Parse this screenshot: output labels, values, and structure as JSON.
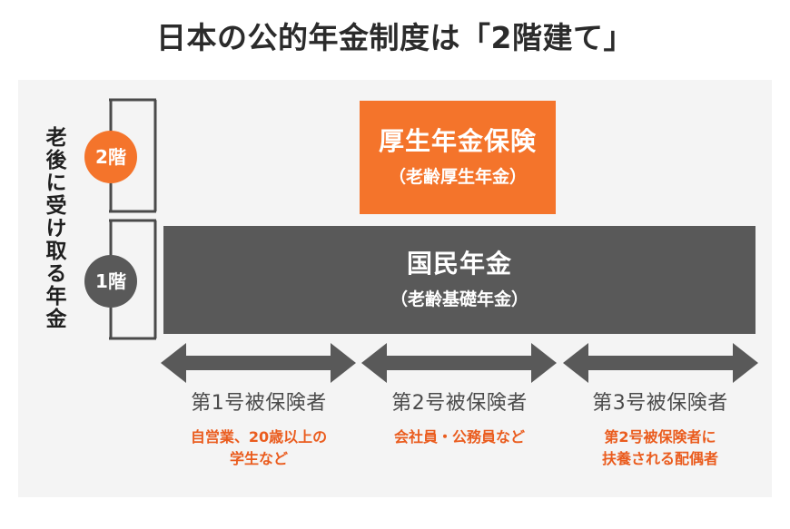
{
  "title": "日本の公的年金制度は「2階建て」",
  "colors": {
    "orange": "#F4742B",
    "orange_text": "#EA5C1E",
    "gray": "#595959",
    "panel_bg": "#F4F4F4",
    "title_text": "#2B2B2B",
    "caption_text": "#4A4A4A"
  },
  "side_label": "老後に受け取る年金",
  "floors": [
    {
      "id": "floor-2",
      "label": "2階",
      "color": "#F4742B"
    },
    {
      "id": "floor-1",
      "label": "1階",
      "color": "#595959"
    }
  ],
  "tiers": [
    {
      "id": "kousei-nenkin",
      "name": "厚生年金保険",
      "subtitle": "（老齢厚生年金）",
      "color": "#F4742B",
      "floor": "2階"
    },
    {
      "id": "kokumin-nenkin",
      "name": "国民年金",
      "subtitle": "（老齢基礎年金）",
      "color": "#595959",
      "floor": "1階"
    }
  ],
  "categories": [
    {
      "id": "category-1",
      "title": "第1号被保険者",
      "description": "自営業、20歳以上の\n学生など",
      "description_lines": [
        "自営業、20歳以上の",
        "学生など"
      ]
    },
    {
      "id": "category-2",
      "title": "第2号被保険者",
      "description": "会社員・公務員など",
      "description_lines": [
        "会社員・公務員など"
      ]
    },
    {
      "id": "category-3",
      "title": "第3号被保険者",
      "description": "第2号被保険者に\n扶養される配偶者",
      "description_lines": [
        "第2号被保険者に",
        "扶養される配偶者"
      ]
    }
  ],
  "arrows": {
    "count": 3,
    "style": "double-headed-horizontal",
    "color": "#595959"
  }
}
